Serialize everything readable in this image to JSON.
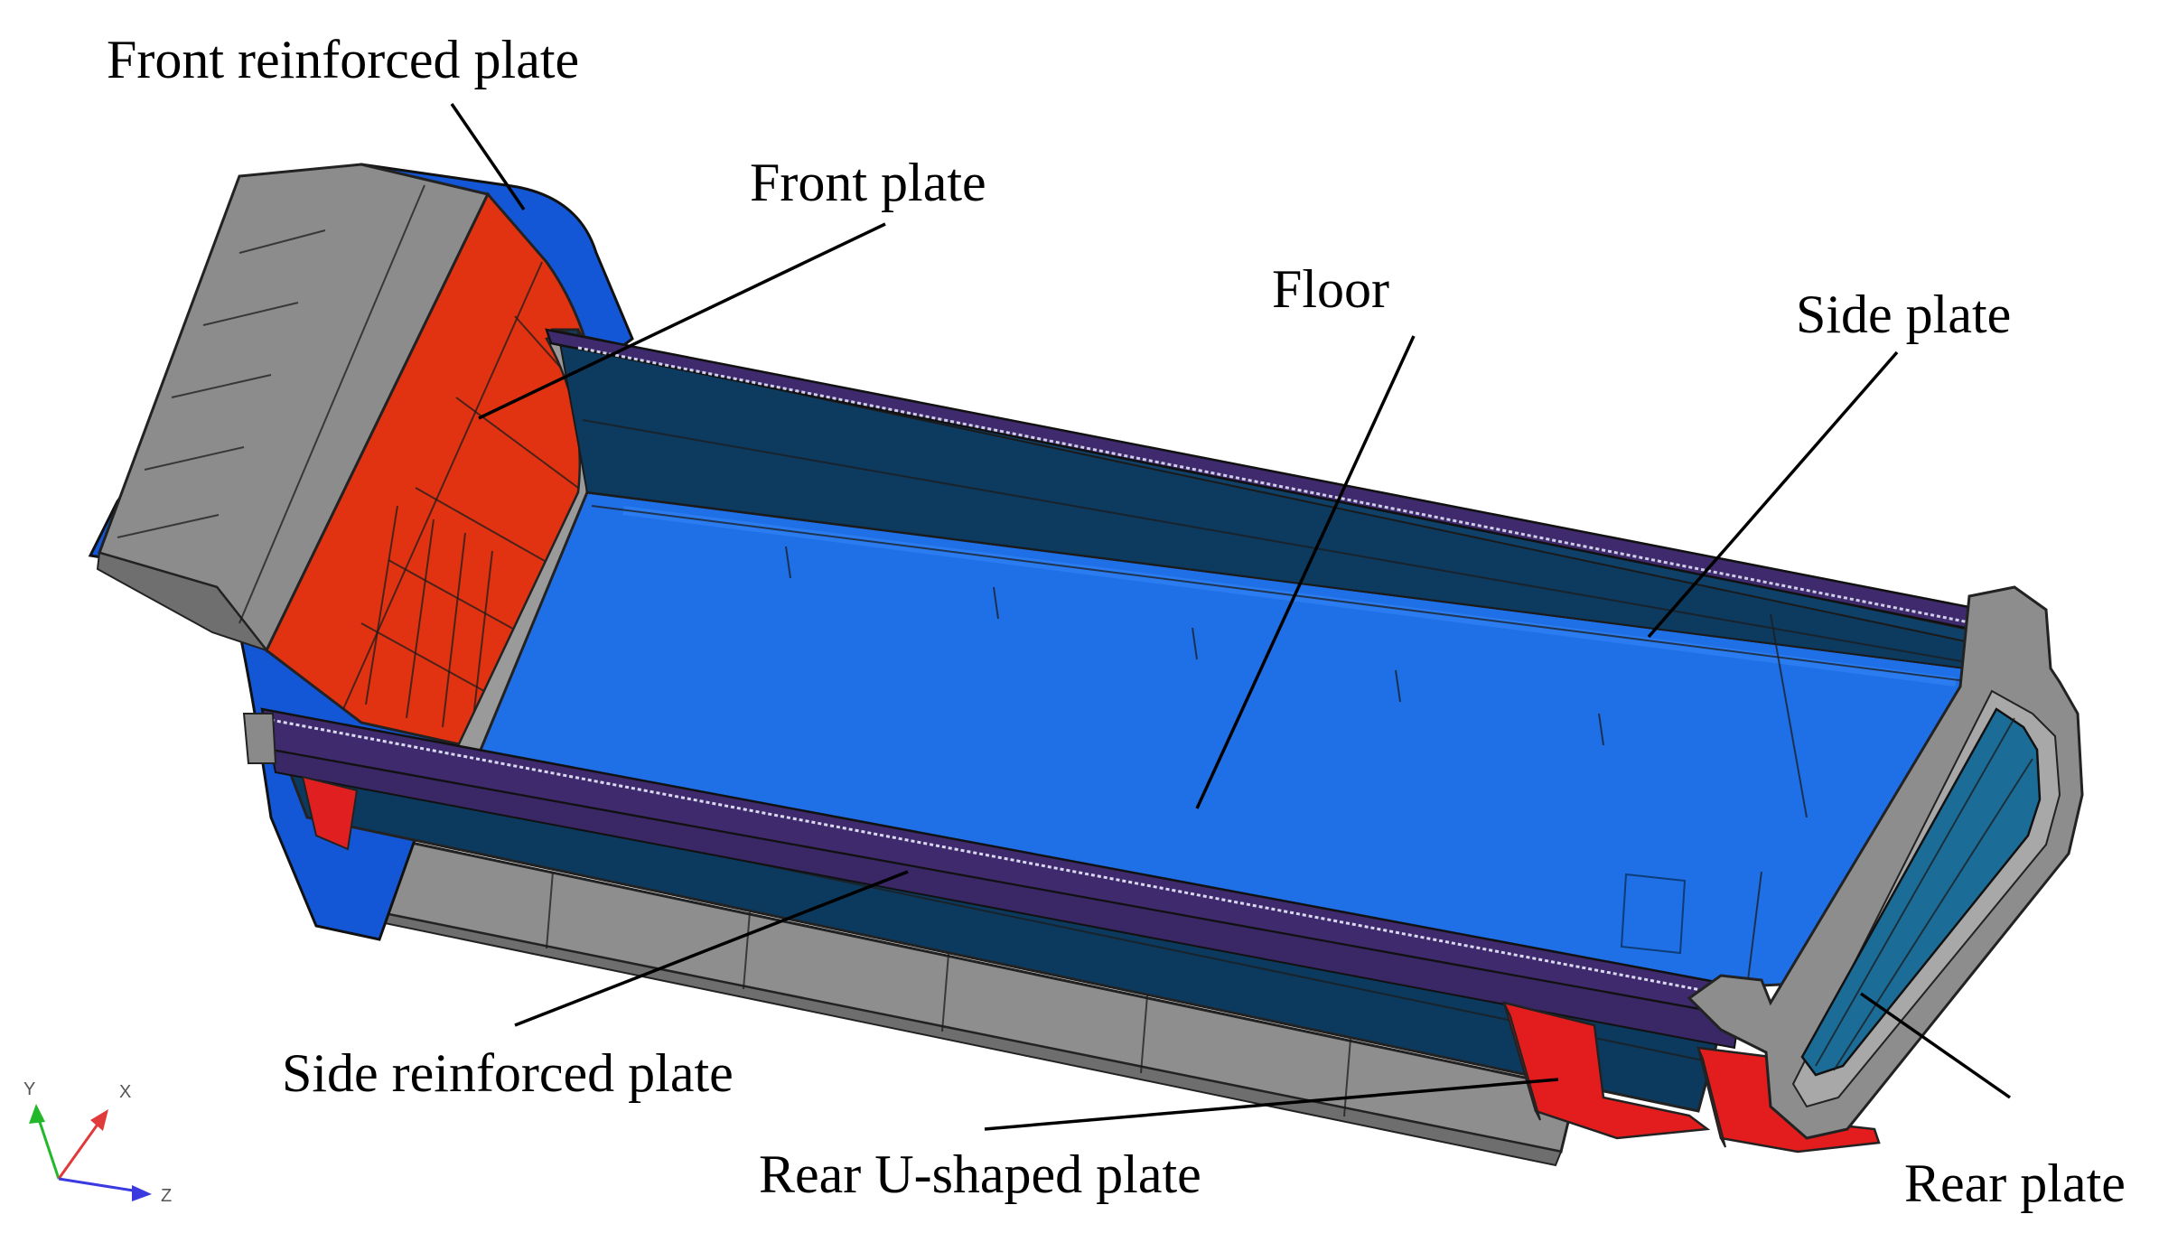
{
  "labels": {
    "front_reinforced_plate": "Front reinforced plate",
    "front_plate": "Front plate",
    "floor": "Floor",
    "side_plate": "Side plate",
    "side_reinforced_plate": "Side reinforced plate",
    "rear_u_shaped_plate": "Rear U-shaped plate",
    "rear_plate": "Rear plate"
  },
  "axes": {
    "x": "X",
    "y": "Y",
    "z": "Z"
  },
  "colors": {
    "floor_blue": "#1f6fe6",
    "side_wall": "#0e3e64",
    "top_rail": "#3f2a6d",
    "front_red": "#e03010",
    "gray_plate": "#8a8a8a",
    "rear_panel": "#1b6d98",
    "u_plate_red": "#e02020"
  }
}
